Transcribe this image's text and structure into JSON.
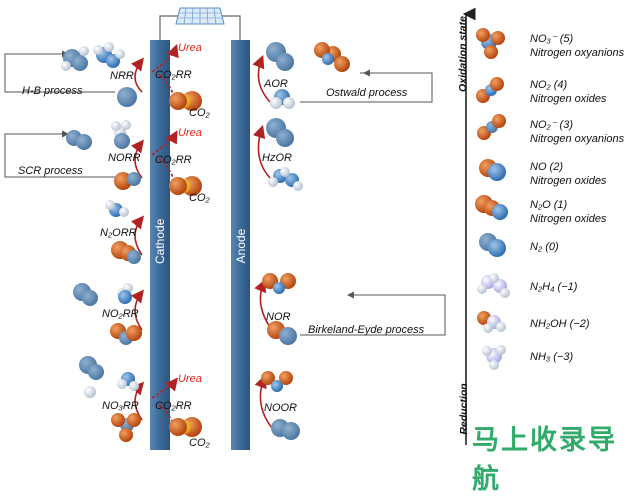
{
  "processes": {
    "hb": "H-B process",
    "scr": "SCR process",
    "ostwald": "Ostwald process",
    "birkeland": "Birkeland-Eyde process"
  },
  "electrodes": {
    "cathode": "Cathode",
    "anode": "Anode"
  },
  "cathode_reactions": {
    "nrr": "NRR",
    "norr": "NORR",
    "n2orr": "N₂ORR",
    "no2rr": "NO₂RR",
    "no3rr": "NO₃RR"
  },
  "co2rr": {
    "label": "CO₂RR",
    "urea": "Urea",
    "co2": "CO₂"
  },
  "anode_reactions": {
    "aor": "AOR",
    "hzor": "HzOR",
    "nor": "NOR",
    "noor": "NOOR"
  },
  "axis": {
    "top": "Oxidation state",
    "bottom": "Reduction"
  },
  "legend": [
    {
      "formula": "NO₃⁻ (5)",
      "name": "Nitrogen oxyanions"
    },
    {
      "formula": "NO₂ (4)",
      "name": "Nitrogen oxides"
    },
    {
      "formula": "NO₂⁻ (3)",
      "name": "Nitrogen oxyanions"
    },
    {
      "formula": "NO (2)",
      "name": "Nitrogen oxides"
    },
    {
      "formula": "N₂O (1)",
      "name": "Nitrogen oxides"
    },
    {
      "formula": "N₂ (0)",
      "name": ""
    },
    {
      "formula": "N₂H₄ (−1)",
      "name": ""
    },
    {
      "formula": "NH₂OH (−2)",
      "name": ""
    },
    {
      "formula": "NH₃ (−3)",
      "name": ""
    }
  ],
  "watermark": "马上收录导航",
  "colors": {
    "nitrogen": "#4a86c8",
    "oxygen": "#c85a1a",
    "hydrogen": "#e8eef6",
    "carbon": "#f3b21b",
    "electrode": "#3f6f9c",
    "arrow": "#b22222",
    "urea": "#e0271b"
  }
}
